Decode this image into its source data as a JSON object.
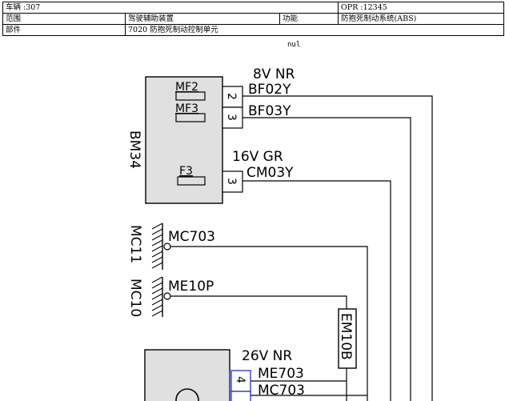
{
  "header": {
    "vehicle": "车辆 :307",
    "opr": "OPR :12345",
    "scope_label": "范围",
    "scope_value": "驾驶辅助装置",
    "function_label": "功能",
    "function_value": "防抱死制动系统(ABS)",
    "part_label": "部件",
    "part_value": "7020 防抱死制动控制单元"
  },
  "null_label": "nul",
  "diagram": {
    "bm34": {
      "name": "BM34",
      "fuses": [
        "MF2",
        "MF3",
        "F3"
      ],
      "pins": [
        "2",
        "3",
        "3"
      ],
      "wire1_label": "8V NR",
      "wire1_code": "BF02Y",
      "wire2_code": "BF03Y",
      "wire3_label": "16V GR",
      "wire3_code": "CM03Y"
    },
    "ground1": {
      "name": "MC11",
      "code": "MC703"
    },
    "ground2": {
      "name": "MC10",
      "code": "ME10P"
    },
    "connector": "EM10B",
    "bottom_block": {
      "wire_label": "26V NR",
      "pin": "4",
      "code1": "ME703",
      "code2": "MC703"
    },
    "colors": {
      "line": "#000000",
      "fill": "#e0e0e0",
      "highlight": "#3a3ad6"
    }
  }
}
